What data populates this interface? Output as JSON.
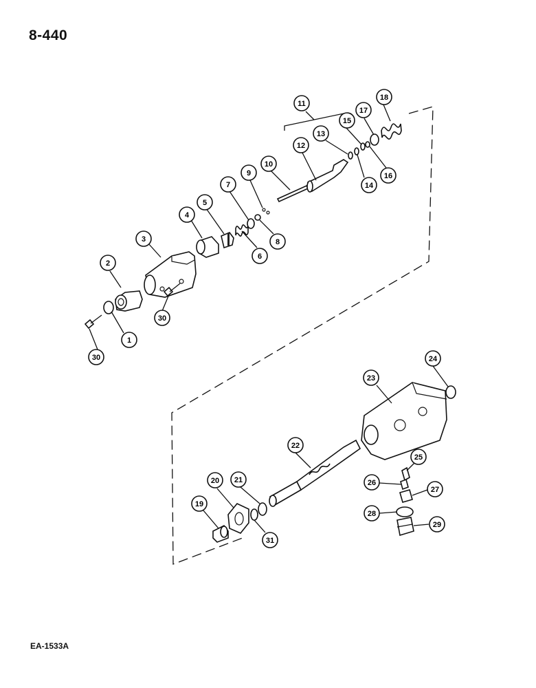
{
  "page_number": "8-440",
  "figure_code": "EA-1533A",
  "callouts": [
    {
      "n": "1"
    },
    {
      "n": "2"
    },
    {
      "n": "3"
    },
    {
      "n": "4"
    },
    {
      "n": "5"
    },
    {
      "n": "6"
    },
    {
      "n": "7"
    },
    {
      "n": "8"
    },
    {
      "n": "9"
    },
    {
      "n": "10"
    },
    {
      "n": "11"
    },
    {
      "n": "12"
    },
    {
      "n": "13"
    },
    {
      "n": "14"
    },
    {
      "n": "15"
    },
    {
      "n": "16"
    },
    {
      "n": "17"
    },
    {
      "n": "18"
    },
    {
      "n": "19"
    },
    {
      "n": "20"
    },
    {
      "n": "21"
    },
    {
      "n": "22"
    },
    {
      "n": "23"
    },
    {
      "n": "24"
    },
    {
      "n": "25"
    },
    {
      "n": "26"
    },
    {
      "n": "27"
    },
    {
      "n": "28"
    },
    {
      "n": "29"
    },
    {
      "n": "30a",
      "label": "30"
    },
    {
      "n": "30b",
      "label": "30"
    },
    {
      "n": "31"
    }
  ]
}
